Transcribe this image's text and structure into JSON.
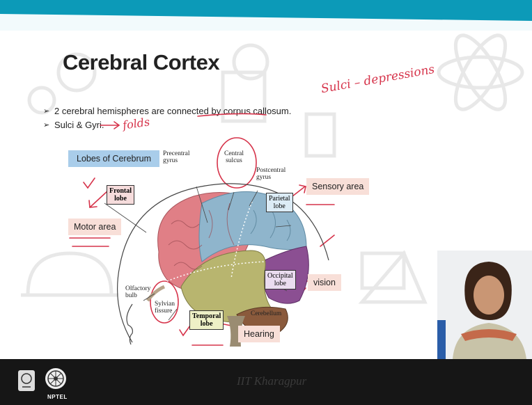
{
  "slide": {
    "title": "Cerebral Cortex",
    "bullets": [
      {
        "text": "2 cerebral hemispheres are connected by corpus callosum."
      },
      {
        "text": "Sulci & Gyri."
      }
    ],
    "handwriting": {
      "folds": "folds",
      "sulci": "Sulci – depressions"
    }
  },
  "diagram": {
    "lobes_title": "Lobes of Cerebrum",
    "labels": {
      "precentral": "Precentral\ngyrus",
      "central": "Central\nsulcus",
      "postcentral": "Postcentral\ngyrus",
      "olfactory": "Olfactory\nbulb",
      "sylvian": "Sylvian\nfissure",
      "cerebellum": "Cerebellum"
    },
    "boxes": {
      "frontal": "Frontal\nlobe",
      "parietal": "Parietal\nlobe",
      "occipital": "Occipital\nlobe",
      "temporal": "Temporal\nlobe"
    },
    "callouts": {
      "sensory": "Sensory area",
      "motor": "Motor area",
      "vision": "vision",
      "hearing": "Hearing"
    }
  },
  "footer": {
    "institute": "IIT Kharagpur",
    "brand": "NPTEL"
  },
  "colors": {
    "topbar": "#0c9ab8",
    "frontal": "#e07f86",
    "parietal": "#8fb5cc",
    "temporal": "#b8b56f",
    "occipital": "#8b4f92",
    "cerebellum": "#8a5a3c",
    "callout": "#f8dfd8",
    "lobes_title_bg": "#a9cdea",
    "ink": "#d6334a"
  }
}
